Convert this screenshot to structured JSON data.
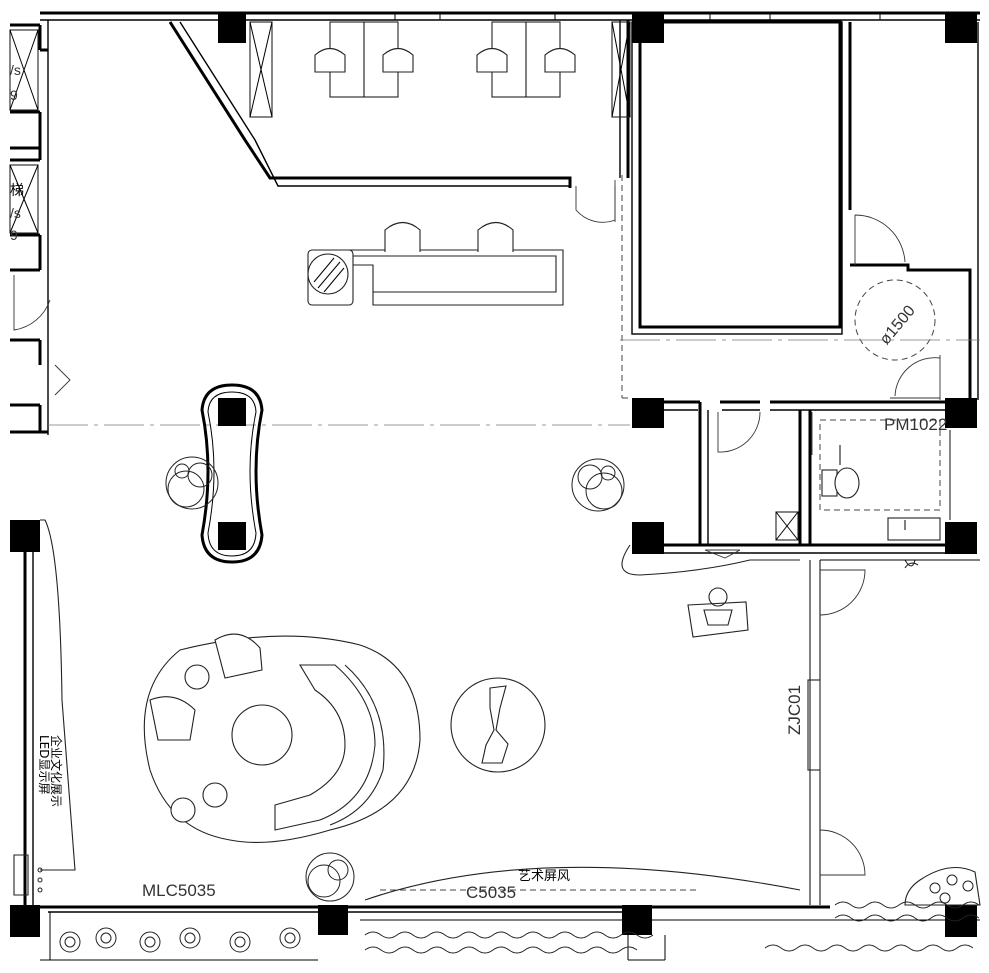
{
  "labels": {
    "mlc": "MLC5035",
    "c5035": "C5035",
    "art_screen": "艺术屏风",
    "zjc": "ZJC01",
    "pm": "PM1022",
    "circle_dia": "ø1500",
    "wall_display_1": "LED显示屏",
    "wall_display_2": "企业文化展示",
    "left_text_1": "/s",
    "left_text_2": "9",
    "left_text_3": "梯",
    "left_text_4": "/s",
    "left_text_5": "9"
  }
}
